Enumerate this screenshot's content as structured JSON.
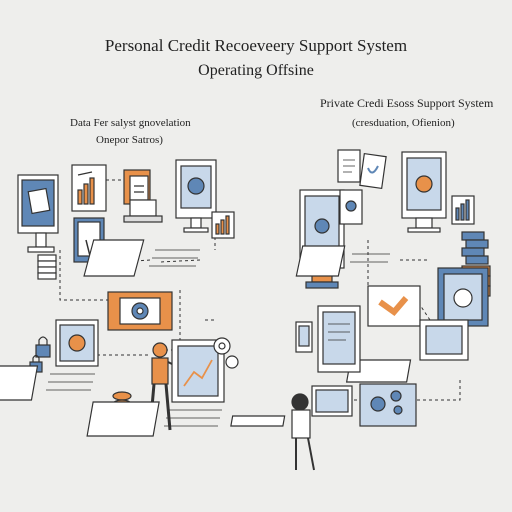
{
  "header": {
    "title_line1": "Personal Credit Recoeveery Support System",
    "title_line2": "Operating Offsine"
  },
  "left_panel": {
    "label_line1": "Data Fer salyst gnovelation",
    "label_line2": "Onepor Satros)"
  },
  "right_panel": {
    "label_line1": "Private Credi Esoss Support System",
    "label_line2": "(cresduation, Ofienion)"
  },
  "colors": {
    "orange": "#e8914a",
    "blue": "#5f87b6",
    "light_blue": "#c8d8ea",
    "outline": "#333333",
    "background": "#eeeeec"
  }
}
